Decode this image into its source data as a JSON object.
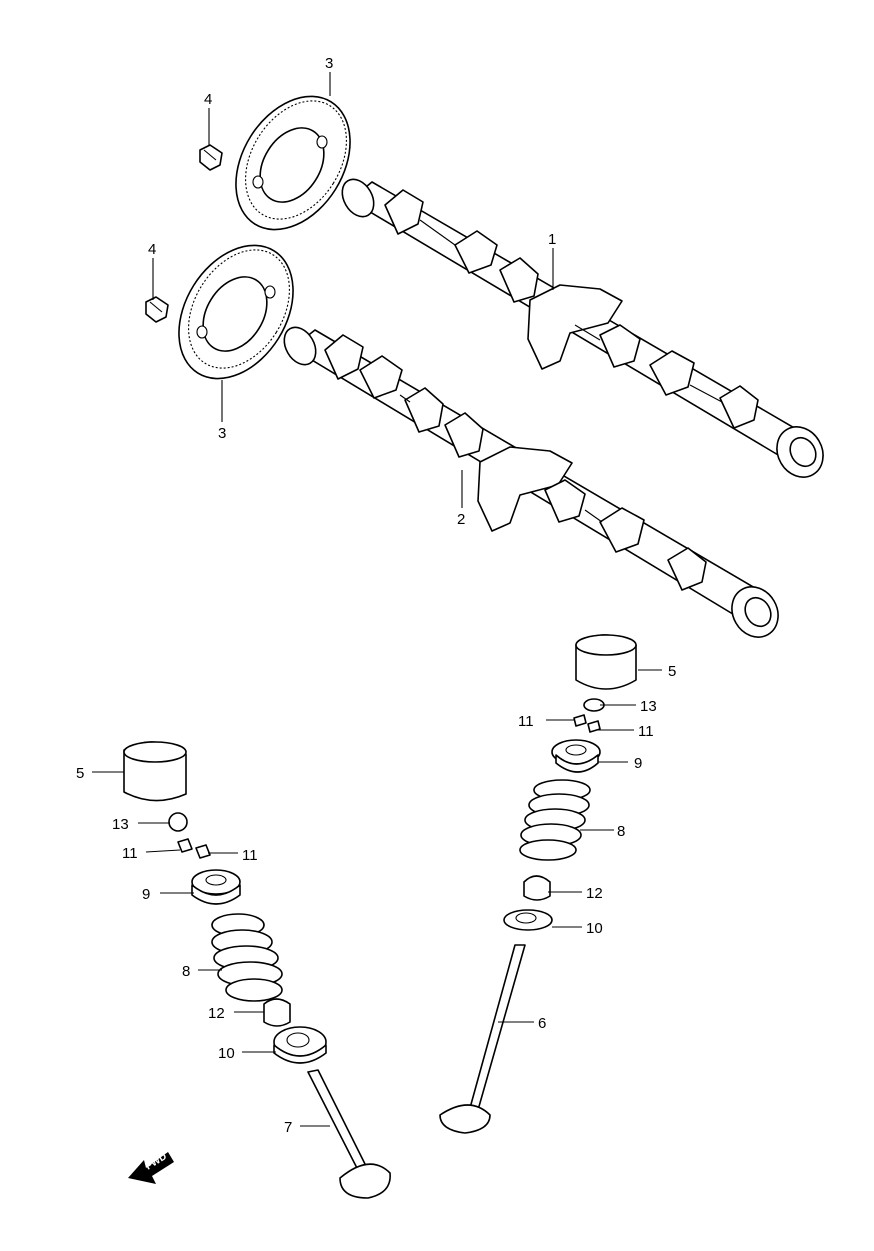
{
  "callouts": {
    "c1": "1",
    "c2": "2",
    "c3_top": "3",
    "c3_bottom": "3",
    "c4_top": "4",
    "c4_bottom": "4",
    "c5_right": "5",
    "c5_left": "5",
    "c6": "6",
    "c7": "7",
    "c8_right": "8",
    "c8_left": "8",
    "c9_right": "9",
    "c9_left": "9",
    "c10_right": "10",
    "c10_left": "10",
    "c11_right_a": "11",
    "c11_right_b": "11",
    "c11_left_a": "11",
    "c11_left_b": "11",
    "c12_right": "12",
    "c12_left": "12",
    "c13_right": "13",
    "c13_left": "13"
  },
  "forward_marker": {
    "label": "FWD",
    "icon": "forward-arrow-icon"
  }
}
